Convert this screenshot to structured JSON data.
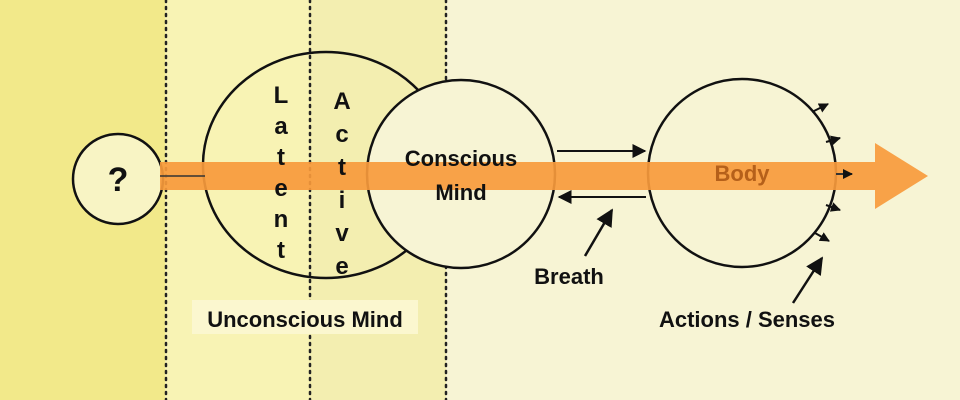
{
  "labels": {
    "unknown": "?",
    "latent": "Latent",
    "active": "Active",
    "conscious_line1": "Conscious",
    "conscious_line2": "Mind",
    "body": "Body",
    "breath": "Breath",
    "unconscious": "Unconscious Mind",
    "actions_senses": "Actions / Senses"
  },
  "colors": {
    "band_far_left": "#f2e98a",
    "band_latent": "#f8f3b4",
    "band_active": "#f3eeb0",
    "band_rest": "#f7f4d4",
    "flow_arrow": "#f79a3c",
    "body_label": "#b5601a",
    "ink": "#111111",
    "label_box": "#fbf7cf"
  }
}
